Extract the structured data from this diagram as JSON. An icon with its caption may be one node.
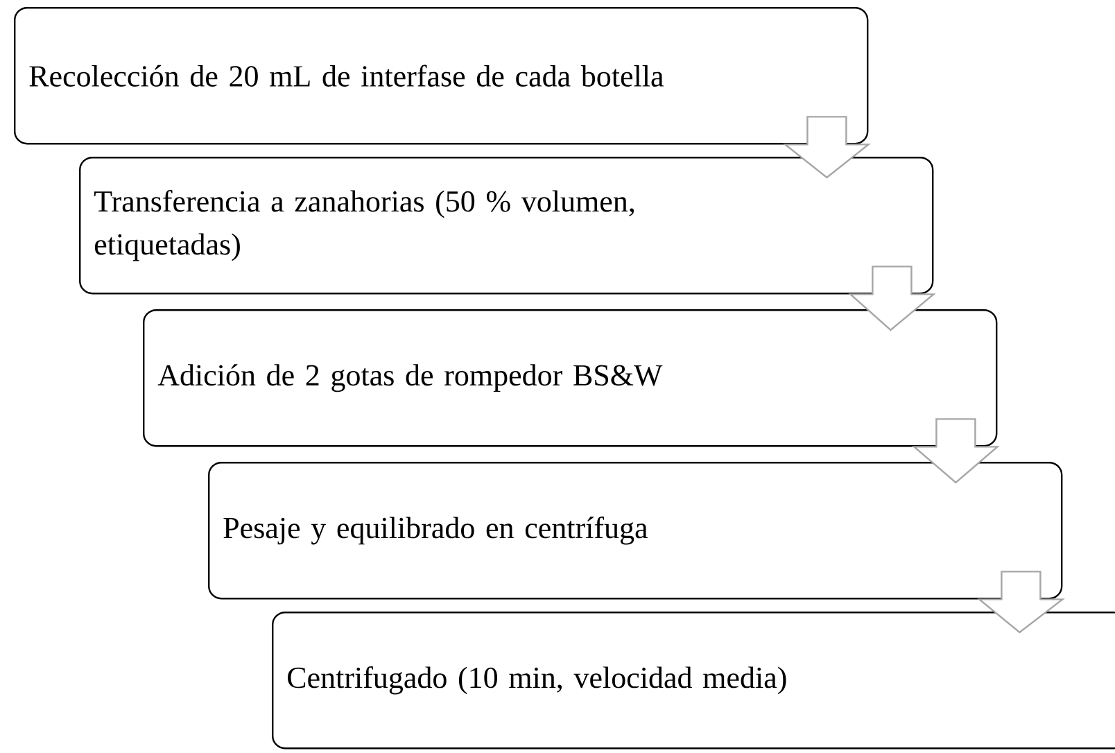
{
  "diagram": {
    "nodes": [
      {
        "text": [
          "Recolección de 20 mL de interfase de cada botella"
        ]
      },
      {
        "text": [
          "Transferencia a zanahorias (50 % volumen, etiquetadas)"
        ]
      },
      {
        "text": [
          "Adición de 2 gotas de rompedor BS&W"
        ]
      },
      {
        "text": [
          "Pesaje y equilibrado en centrífuga"
        ]
      },
      {
        "text": [
          "Centrifugado (10 min, velocidad media)"
        ]
      }
    ],
    "edges": [
      {
        "from": 0,
        "to": 1,
        "arrow": "to"
      },
      {
        "from": 1,
        "to": 2,
        "arrow": "to"
      },
      {
        "from": 2,
        "to": 3,
        "arrow": "to"
      },
      {
        "from": 3,
        "to": 4,
        "arrow": "to"
      }
    ]
  }
}
